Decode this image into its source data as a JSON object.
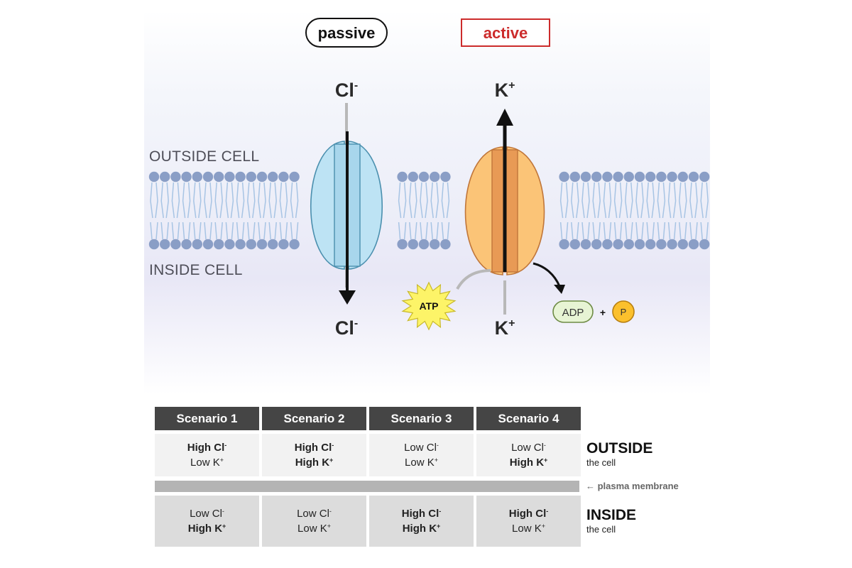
{
  "diagram": {
    "passive_label": "passive",
    "active_label": "active",
    "outside_label": "OUTSIDE CELL",
    "inside_label": "INSIDE CELL",
    "passive_ion_top": "Cl",
    "passive_ion_top_sup": "-",
    "passive_ion_bottom": "Cl",
    "passive_ion_bottom_sup": "-",
    "active_ion_top": "K",
    "active_ion_top_sup": "+",
    "active_ion_bottom": "K",
    "active_ion_bottom_sup": "+",
    "atp_label": "ATP",
    "adp_label": "ADP",
    "plus_label": "+",
    "p_label": "P",
    "colors": {
      "passive_channel": "#bde3f4",
      "active_pump": "#fbc477",
      "lipid_head": "#8a9ec6",
      "lipid_tail": "#a7c4e4",
      "active_accent": "#cc2b2b"
    }
  },
  "table": {
    "headers": [
      "Scenario 1",
      "Scenario 2",
      "Scenario 3",
      "Scenario 4"
    ],
    "outside": [
      {
        "cl": "High Cl",
        "cl_sup": "-",
        "cl_bold": true,
        "k": "Low K",
        "k_sup": "+",
        "k_bold": false
      },
      {
        "cl": "High Cl",
        "cl_sup": "-",
        "cl_bold": true,
        "k": "High K",
        "k_sup": "+",
        "k_bold": true
      },
      {
        "cl": "Low Cl",
        "cl_sup": "-",
        "cl_bold": false,
        "k": "Low K",
        "k_sup": "+",
        "k_bold": false
      },
      {
        "cl": "Low Cl",
        "cl_sup": "-",
        "cl_bold": false,
        "k": "High K",
        "k_sup": "+",
        "k_bold": true
      }
    ],
    "inside": [
      {
        "cl": "Low Cl",
        "cl_sup": "-",
        "cl_bold": false,
        "k": "High K",
        "k_sup": "+",
        "k_bold": true
      },
      {
        "cl": "Low Cl",
        "cl_sup": "-",
        "cl_bold": false,
        "k": "Low K",
        "k_sup": "+",
        "k_bold": false
      },
      {
        "cl": "High Cl",
        "cl_sup": "-",
        "cl_bold": true,
        "k": "High K",
        "k_sup": "+",
        "k_bold": true
      },
      {
        "cl": "High Cl",
        "cl_sup": "-",
        "cl_bold": true,
        "k": "Low K",
        "k_sup": "+",
        "k_bold": false
      }
    ],
    "outside_label": "OUTSIDE",
    "outside_sub": "the cell",
    "membrane_label": "← plasma membrane",
    "inside_label": "INSIDE",
    "inside_sub": "the cell"
  }
}
